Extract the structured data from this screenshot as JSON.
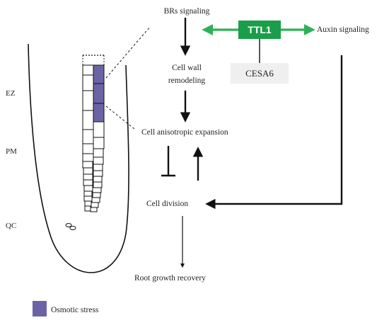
{
  "colors": {
    "ttl1_fill": "#1a9e4a",
    "green_arrow": "#2db158",
    "osmotic_stress": "#6b64a4",
    "cesa_fill": "#efefef",
    "line": "#111111"
  },
  "zones": {
    "ez": "EZ",
    "pm": "PM",
    "qc": "QC"
  },
  "nodes": {
    "brs_signaling": "BRs signaling",
    "ttl1": "TTL1",
    "auxin_signaling": "Auxin signaling",
    "cesa6": "CESA6",
    "cell_wall_line1": "Cell wall",
    "cell_wall_line2": "remodeling",
    "anisotropic_expansion": "Cell anisotropic expansion",
    "cell_division": "Cell division",
    "root_growth_recovery": "Root growth recovery"
  },
  "legend": {
    "osmotic_stress_label": "Osmotic stress"
  }
}
